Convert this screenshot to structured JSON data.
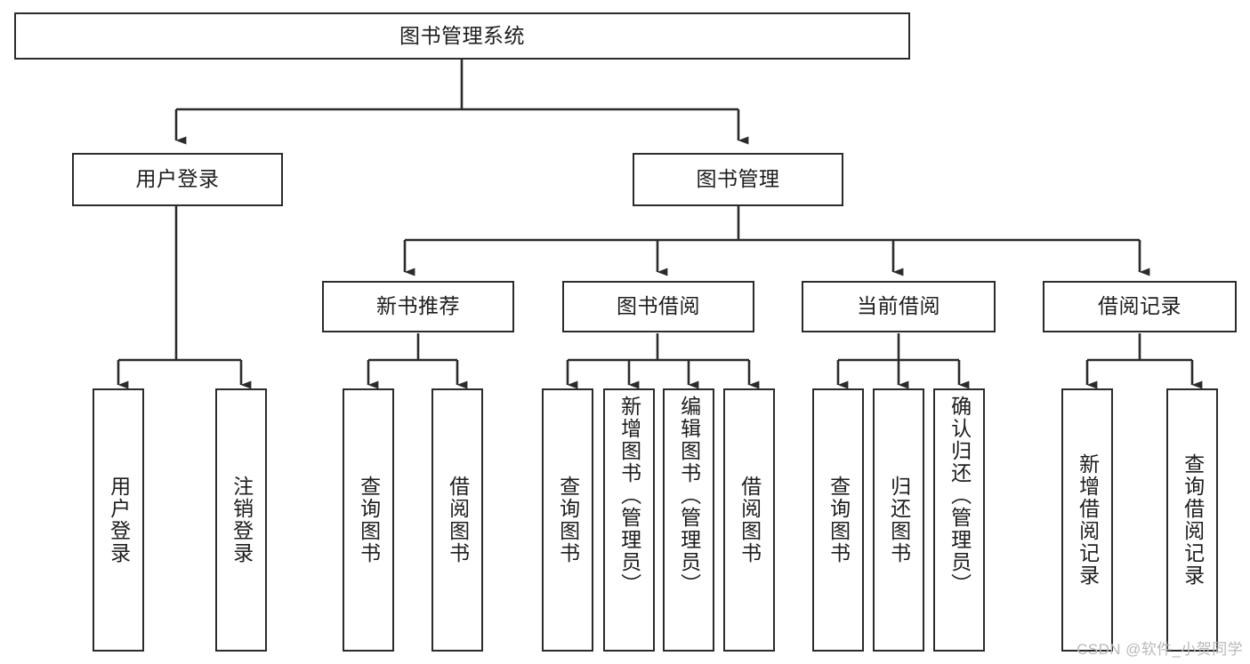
{
  "diagram": {
    "title": "图书管理系统",
    "type": "tree",
    "watermark": "CSDN @软件_小贺同学",
    "colors": {
      "box_border": "#2b2b2b",
      "box_fill": "#ffffff",
      "edge": "#2b2b2b",
      "text": "#1d1d1d",
      "watermark": "#b9b9b9"
    },
    "root": {
      "label": "图书管理系统"
    },
    "level2": [
      {
        "label": "用户登录"
      },
      {
        "label": "图书管理"
      }
    ],
    "level3": [
      {
        "label": "新书推荐"
      },
      {
        "label": "图书借阅"
      },
      {
        "label": "当前借阅"
      },
      {
        "label": "借阅记录"
      }
    ],
    "leaves": {
      "user_login": [
        {
          "label": "用户登录"
        },
        {
          "label": "注销登录"
        }
      ],
      "new_book": [
        {
          "label": "查询图书"
        },
        {
          "label": "借阅图书"
        }
      ],
      "book_borrow": [
        {
          "label": "查询图书"
        },
        {
          "label": "新增图书（管理员）"
        },
        {
          "label": "编辑图书（管理员）"
        },
        {
          "label": "借阅图书"
        }
      ],
      "current_borrow": [
        {
          "label": "查询图书"
        },
        {
          "label": "归还图书"
        },
        {
          "label": "确认归还（管理员）"
        }
      ],
      "borrow_record": [
        {
          "label": "新增借阅记录"
        },
        {
          "label": "查询借阅记录"
        }
      ]
    }
  }
}
